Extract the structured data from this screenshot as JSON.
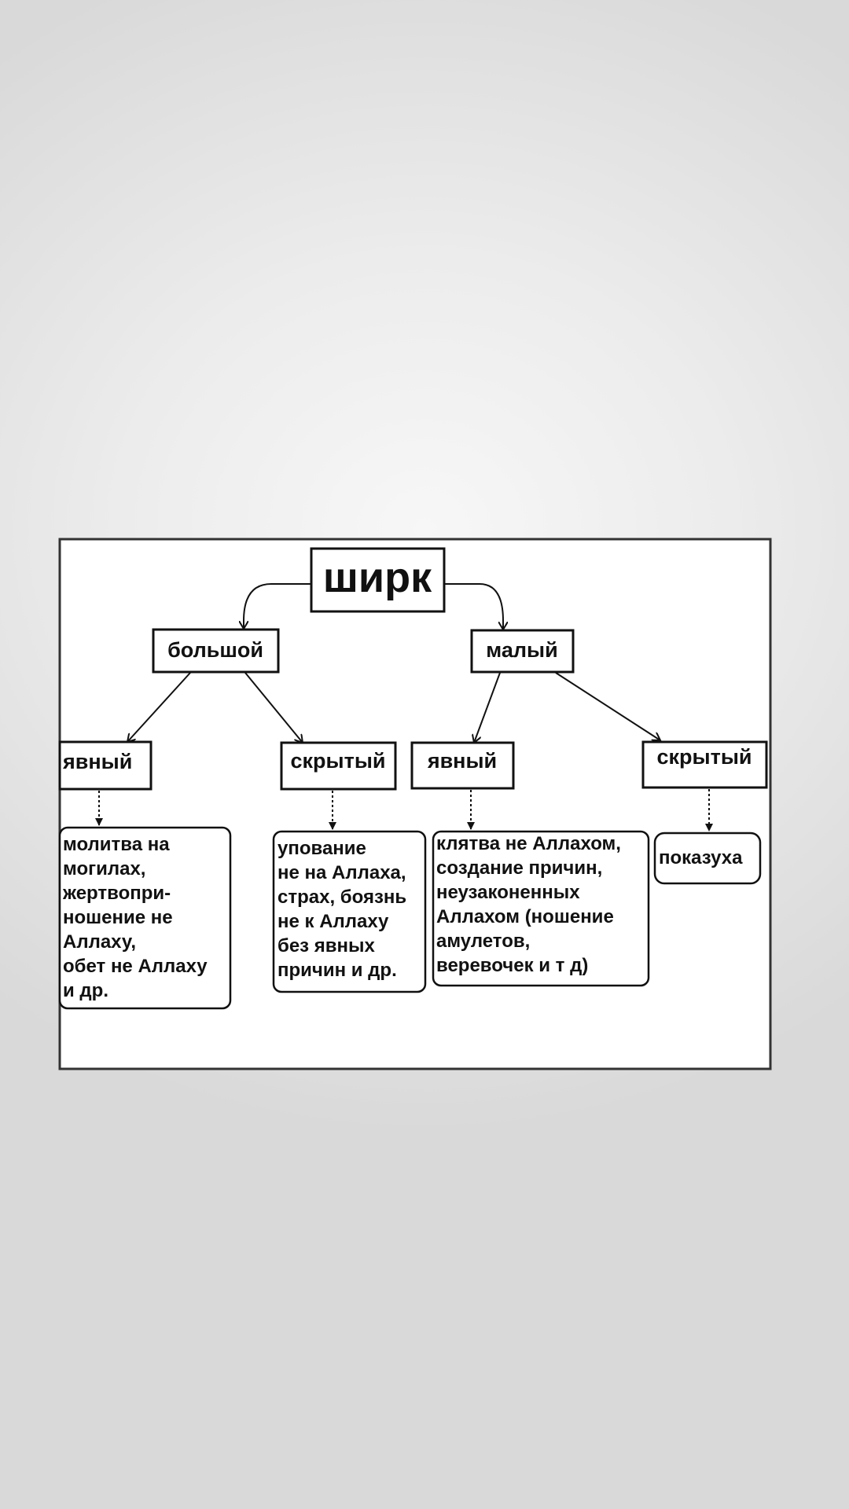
{
  "root": "ширк",
  "level1": {
    "left": "большой",
    "right": "малый"
  },
  "level2": {
    "big_explicit": "явный",
    "big_hidden": "скрытый",
    "small_explicit": "явный",
    "small_hidden": "скрытый"
  },
  "details": {
    "big_explicit": [
      "молитва на",
      "могилах,",
      "жертвопри-",
      "ношение не",
      "Аллаху,",
      "обет не Аллаху",
      "и др."
    ],
    "big_hidden": [
      "упование",
      "не на Аллаха,",
      "страх, боязнь",
      "не к Аллаху",
      "без явных",
      "причин и др."
    ],
    "small_explicit": [
      "клятва не Аллахом,",
      "создание причин,",
      "неузаконенных",
      "Аллахом (ношение",
      "амулетов,",
      "веревочек и т д)"
    ],
    "small_hidden": [
      "показуха"
    ]
  }
}
